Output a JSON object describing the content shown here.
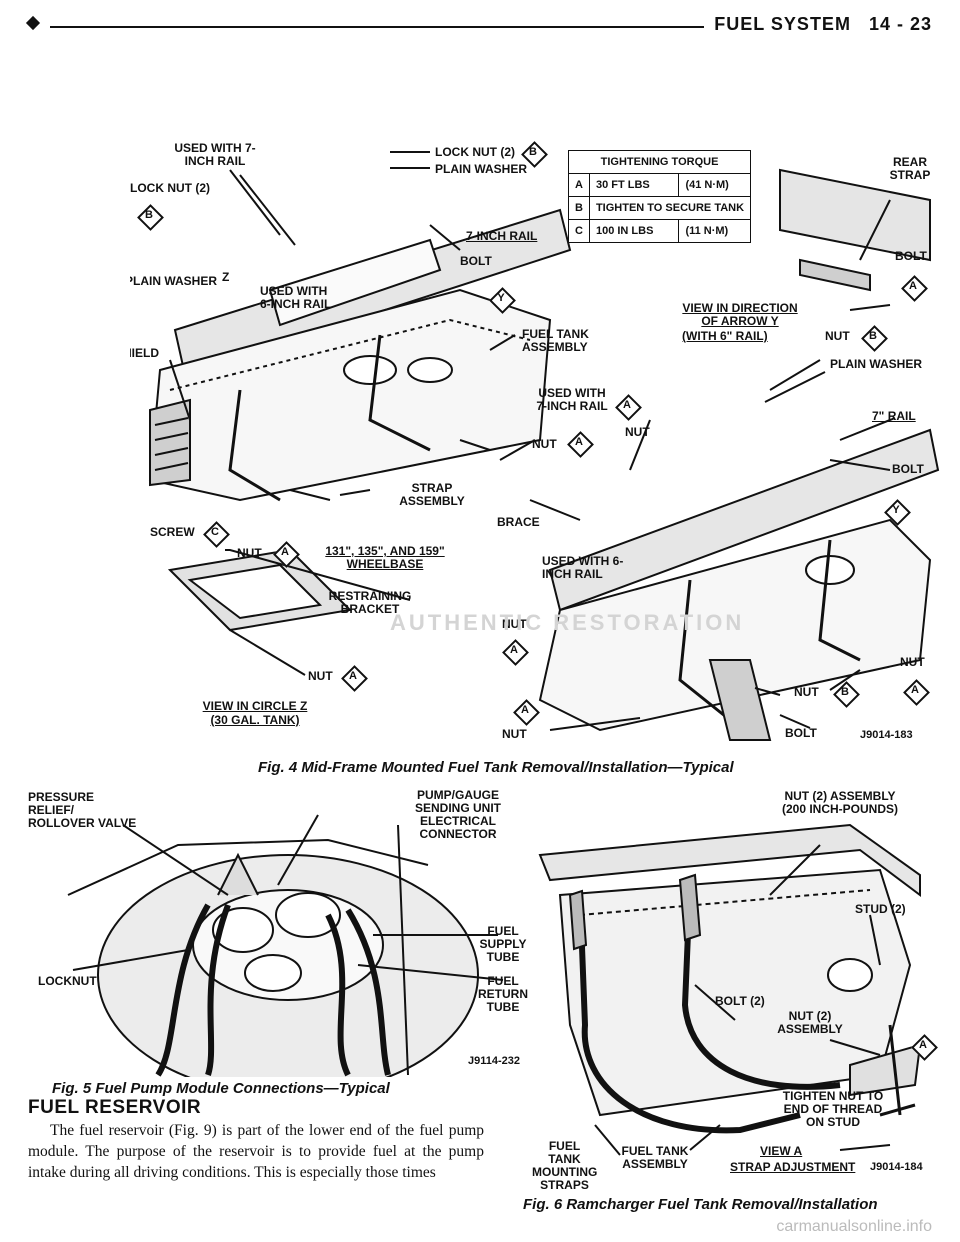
{
  "header": {
    "title": "FUEL SYSTEM",
    "page": "14 - 23"
  },
  "fig4": {
    "caption": "Fig. 4 Mid-Frame Mounted Fuel Tank Removal/Installation—Typical",
    "code": "J9014-183",
    "labels": {
      "used_with_7": "USED WITH 7-INCH RAIL",
      "lock_nut_left": "LOCK NUT (2)",
      "lock_nut_right": "LOCK NUT (2)",
      "plain_washer_top": "PLAIN WASHER",
      "plain_washer_left": "PLAIN WASHER",
      "z": "Z",
      "rail_7": "7-INCH RAIL",
      "bolt_top": "BOLT",
      "used_with_6": "USED WITH 6-INCH RAIL",
      "shield": "SHIELD",
      "fuel_tank_assembly": "FUEL TANK ASSEMBLY",
      "strap_assembly": "STRAP ASSEMBLY",
      "screw": "SCREW",
      "nut_a1": "NUT",
      "wheelbase": "131\", 135\", AND 159\" WHEELBASE",
      "restraining_bracket": "RESTRAINING BRACKET",
      "nut_a2": "NUT",
      "view_circle": "VIEW IN CIRCLE Z",
      "gal_tank": "(30 GAL. TANK)",
      "rear_strap": "REAR STRAP",
      "bolt_r": "BOLT",
      "view_direction": "VIEW IN DIRECTION OF ARROW Y",
      "with_6_rail": "(WITH 6\" RAIL)",
      "nut_b": "NUT",
      "plain_washer_r": "PLAIN WASHER",
      "rail_7_r": "7\" RAIL",
      "bolt_r2": "BOLT",
      "used_with_7_b": "USED WITH 7-INCH RAIL",
      "nut_c1": "NUT",
      "nut_c2": "NUT",
      "brace": "BRACE",
      "used_with_6_b": "USED WITH 6-INCH RAIL",
      "nut_c3": "NUT",
      "nut_bottom": "NUT",
      "nut_b2": "NUT",
      "nut_r": "NUT",
      "bolt_bottom": "BOLT"
    },
    "torque_table": {
      "header": "TIGHTENING TORQUE",
      "rows": [
        [
          "A",
          "30 FT LBS",
          "(41 N·m)"
        ],
        [
          "B",
          "TIGHTEN TO SECURE TANK",
          ""
        ],
        [
          "C",
          "100 IN LBS",
          "(11 N·m)"
        ]
      ]
    },
    "watermark": "AUTHENTIC RESTORATION"
  },
  "fig5": {
    "caption": "Fig. 5 Fuel Pump Module Connections—Typical",
    "code": "J9114-232",
    "labels": {
      "pressure_relief": "PRESSURE RELIEF/ ROLLOVER VALVE",
      "pump_gauge": "PUMP/GAUGE SENDING UNIT ELECTRICAL CONNECTOR",
      "fuel_supply": "FUEL SUPPLY TUBE",
      "locknut": "LOCKNUT",
      "fuel_return": "FUEL RETURN TUBE"
    }
  },
  "fig6": {
    "caption": "Fig. 6 Ramcharger Fuel Tank Removal/Installation",
    "code": "J9014-184",
    "labels": {
      "nut_assembly_top": "NUT (2) ASSEMBLY (200 INCH-POUNDS)",
      "stud": "STUD (2)",
      "bolt2": "BOLT (2)",
      "nut_assembly": "NUT (2) ASSEMBLY",
      "tighten": "TIGHTEN NUT TO END OF THREAD ON STUD",
      "mounting_straps": "FUEL TANK MOUNTING STRAPS",
      "fuel_tank_assembly": "FUEL TANK ASSEMBLY",
      "view_a": "VIEW A",
      "strap_adjustment": "STRAP ADJUSTMENT"
    }
  },
  "section": {
    "title": "FUEL RESERVOIR",
    "body": "The fuel reservoir (Fig. 9) is part of the lower end of the fuel pump module. The purpose of the reservoir is to provide fuel at the pump intake during all driving conditions. This is especially those times"
  },
  "site_watermark": "carmanualsonline.info"
}
